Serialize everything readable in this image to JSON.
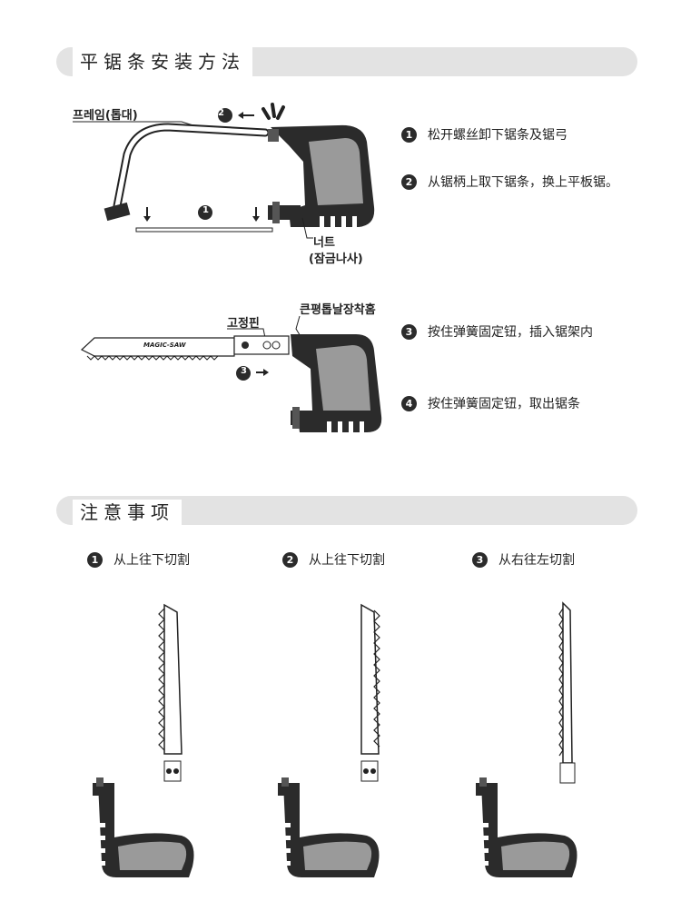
{
  "section1": {
    "title": "平锯条安装方法",
    "steps": [
      {
        "num": "1",
        "text": "松开螺丝卸下锯条及锯弓"
      },
      {
        "num": "2",
        "text": "从锯柄上取下锯条，换上平板锯。"
      },
      {
        "num": "3",
        "text": "按住弹簧固定钮，插入锯架内"
      },
      {
        "num": "4",
        "text": "按住弹簧固定钮，取出锯条"
      }
    ],
    "labels": {
      "frame": "프레임(톱대)",
      "nut_line1": "너트",
      "nut_line2": "(잠금나사)",
      "pin": "고정핀",
      "big_blade": "큰평톱날장착홈",
      "blade_brand": "MAGIC-SAW"
    },
    "diagram_numbers": {
      "d1": "1",
      "d2": "2",
      "d3": "3"
    }
  },
  "section2": {
    "title": "注意事项",
    "items": [
      {
        "num": "1",
        "text": "从上往下切割"
      },
      {
        "num": "2",
        "text": "从上往下切割"
      },
      {
        "num": "3",
        "text": "从右往左切割"
      }
    ]
  },
  "colors": {
    "dark": "#2b2b2b",
    "grey": "#9a9a9a",
    "bar": "#e3e3e3"
  }
}
